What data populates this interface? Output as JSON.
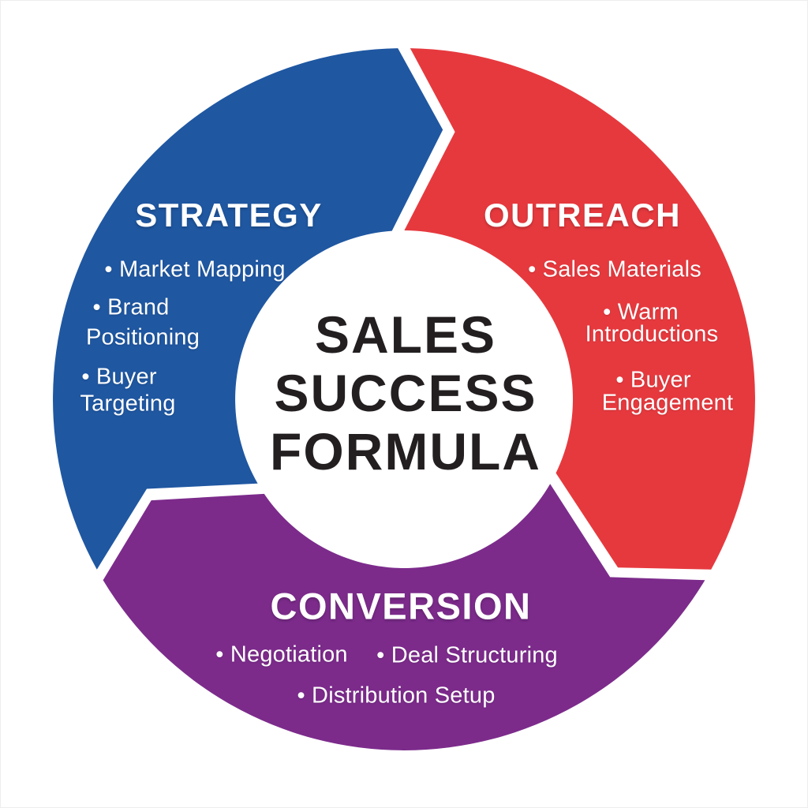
{
  "colors": {
    "strategy_blue": "#1F57A1",
    "outreach_red": "#E6393E",
    "conversion_purple": "#7C2B8B",
    "center_text": "#231F20",
    "background": "#FFFFFF"
  },
  "center_label": {
    "line1": "SALES",
    "line2": "SUCCESS",
    "line3": "FORMULA"
  },
  "strategy": {
    "label": "STRATEGY",
    "item1": "• Market Mapping",
    "item2_line1": "• Brand",
    "item2_line2": "Positioning",
    "item3_line1": "• Buyer",
    "item3_line2": "Targeting"
  },
  "outreach": {
    "label": "OUTREACH",
    "item1": "• Sales Materials",
    "item2_line1": "• Warm",
    "item2_line2": "Introductions",
    "item3_line1": "• Buyer",
    "item3_line2": "Engagement"
  },
  "conversion": {
    "label": "CONVERSION",
    "item1": "• Negotiation",
    "item2": "• Deal Structuring",
    "item3": "• Distribution Setup"
  }
}
